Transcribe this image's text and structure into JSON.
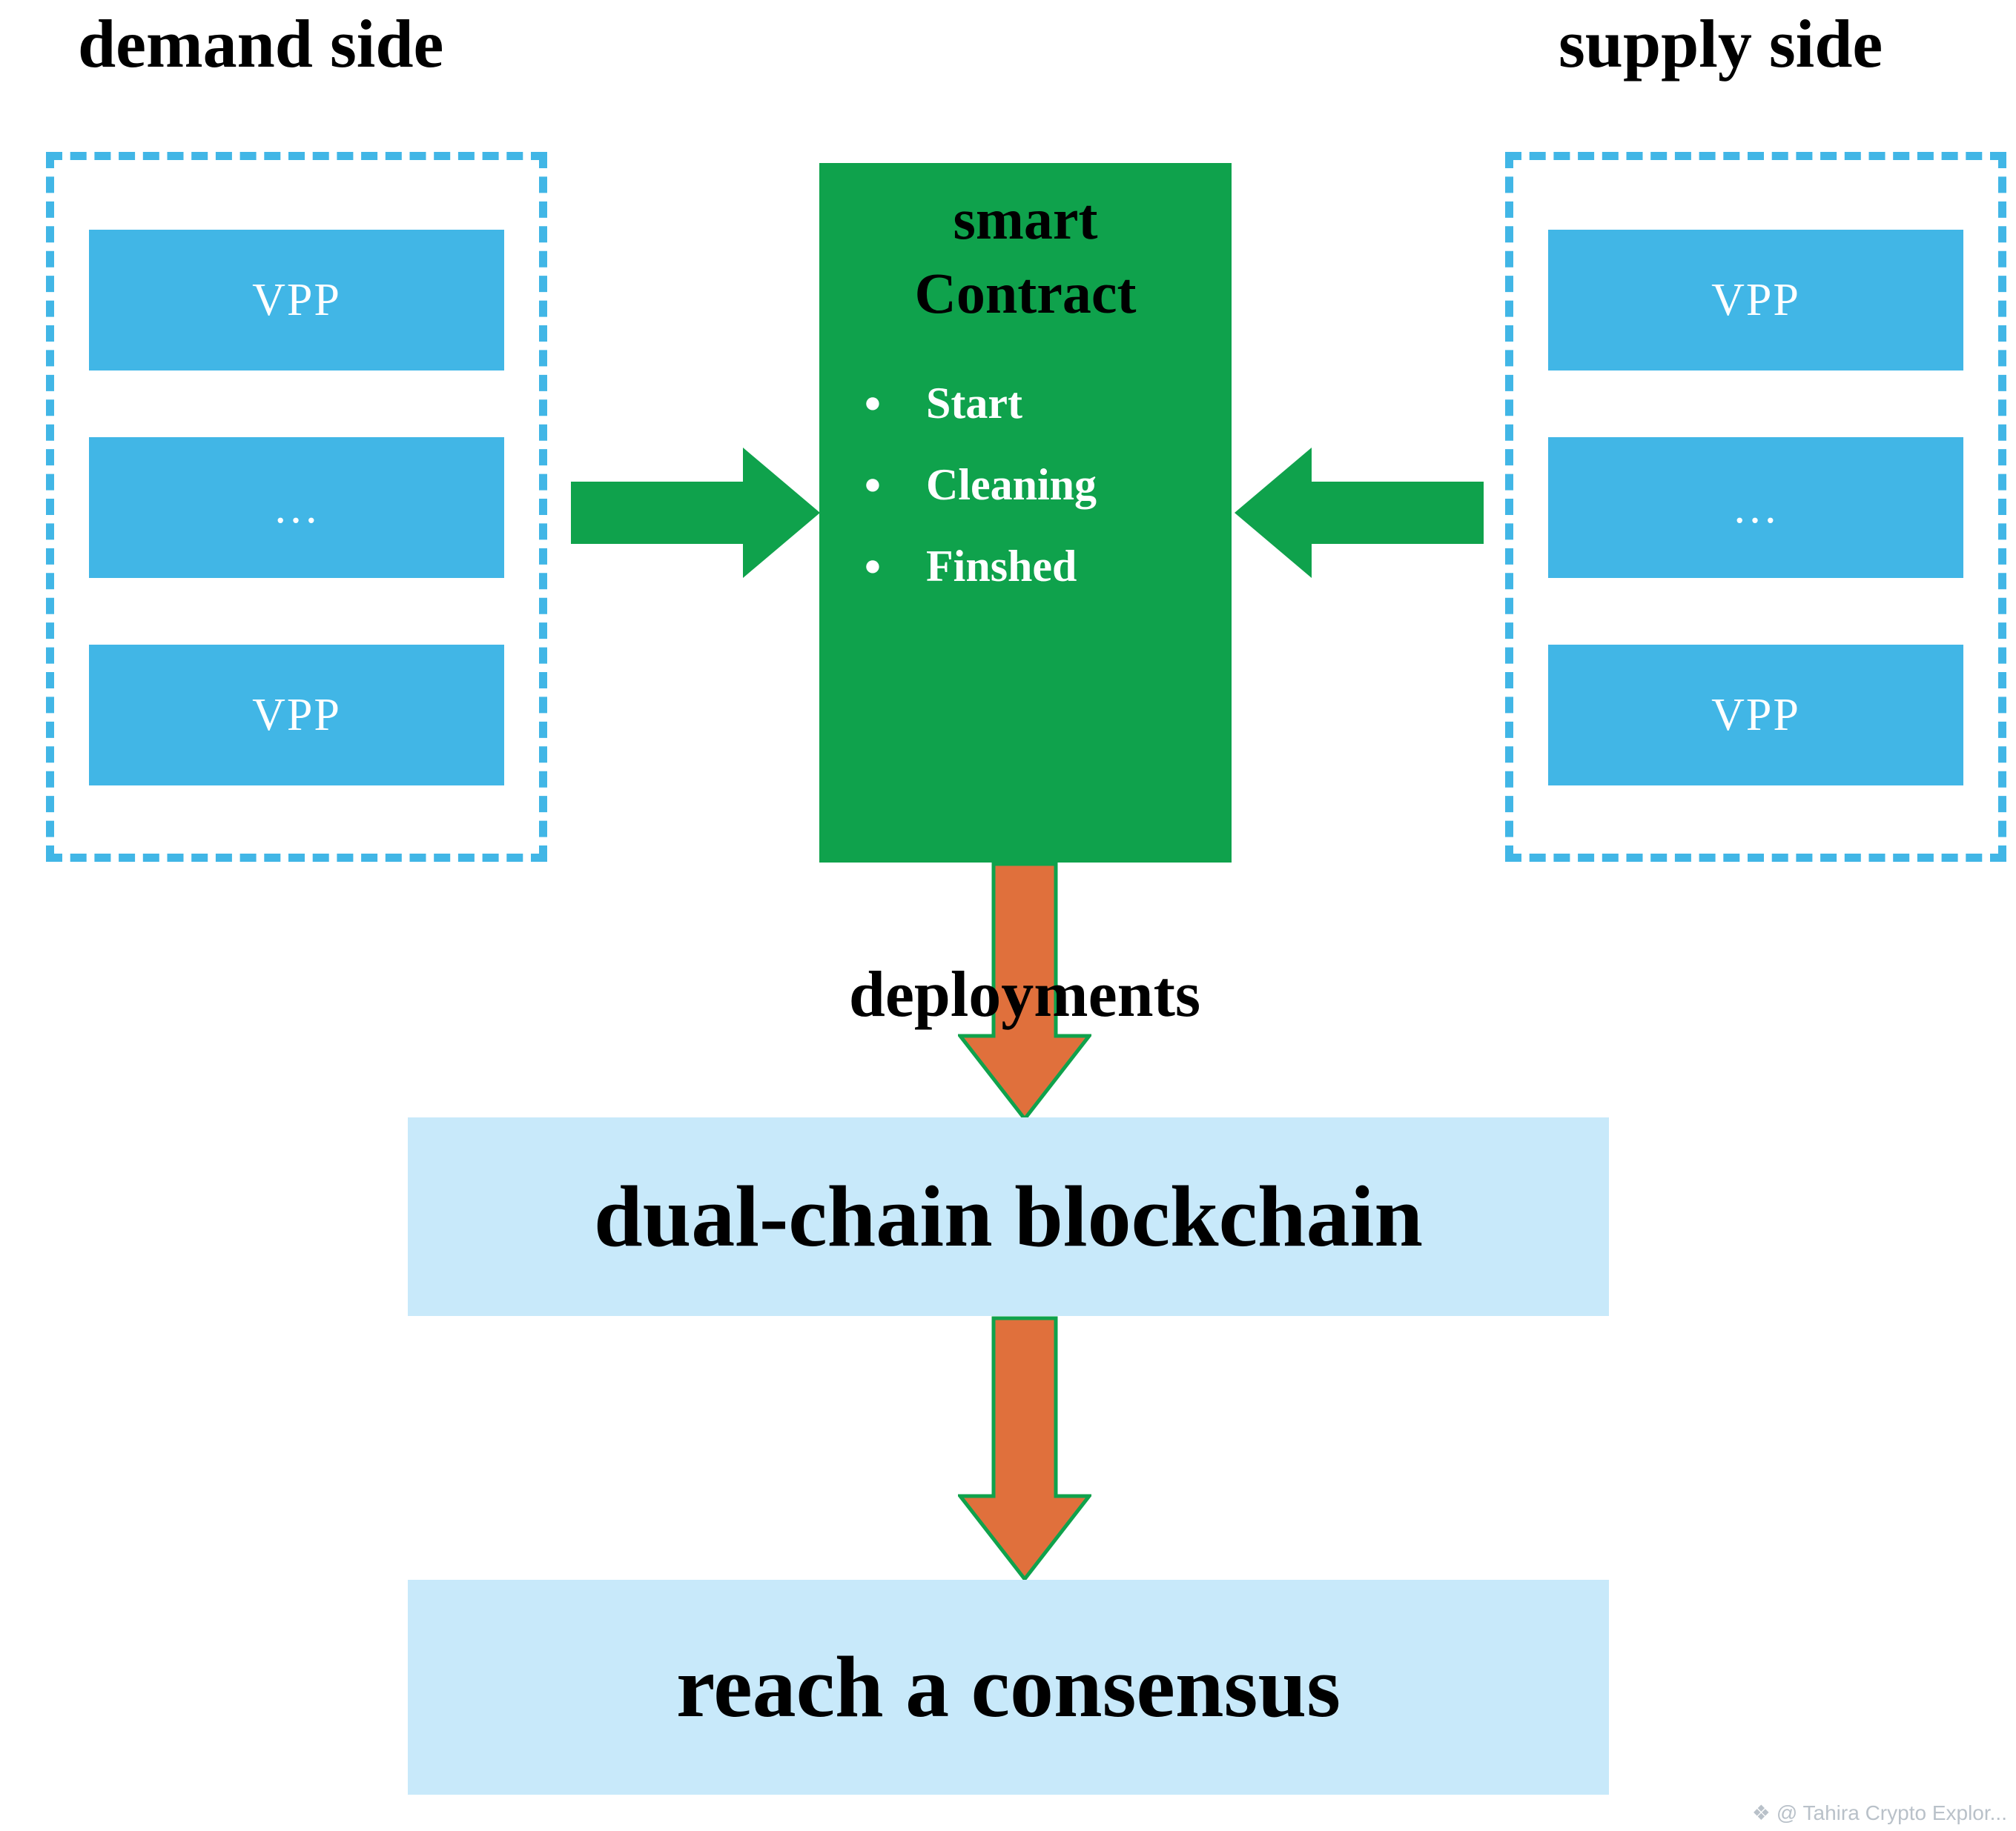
{
  "colors": {
    "blue": "#41B6E6",
    "green": "#0FA24C",
    "orange": "#E0703C",
    "light_blue": "#C8E9FA"
  },
  "demand": {
    "title": "demand side",
    "items": [
      "VPP",
      "…",
      "VPP"
    ]
  },
  "supply": {
    "title": "supply side",
    "items": [
      "VPP",
      "…",
      "VPP"
    ]
  },
  "contract": {
    "title_line1": "smart",
    "title_line2": "Contract",
    "states": [
      "Start",
      "Cleaning",
      "Finshed"
    ]
  },
  "deployments_label": "deployments",
  "blockchain_label": "dual-chain blockchain",
  "consensus_label": "reach a consensus",
  "icons": {
    "bullet": "•",
    "watermark": "❖"
  },
  "watermark_text": "@ Tahira Crypto Explor..."
}
